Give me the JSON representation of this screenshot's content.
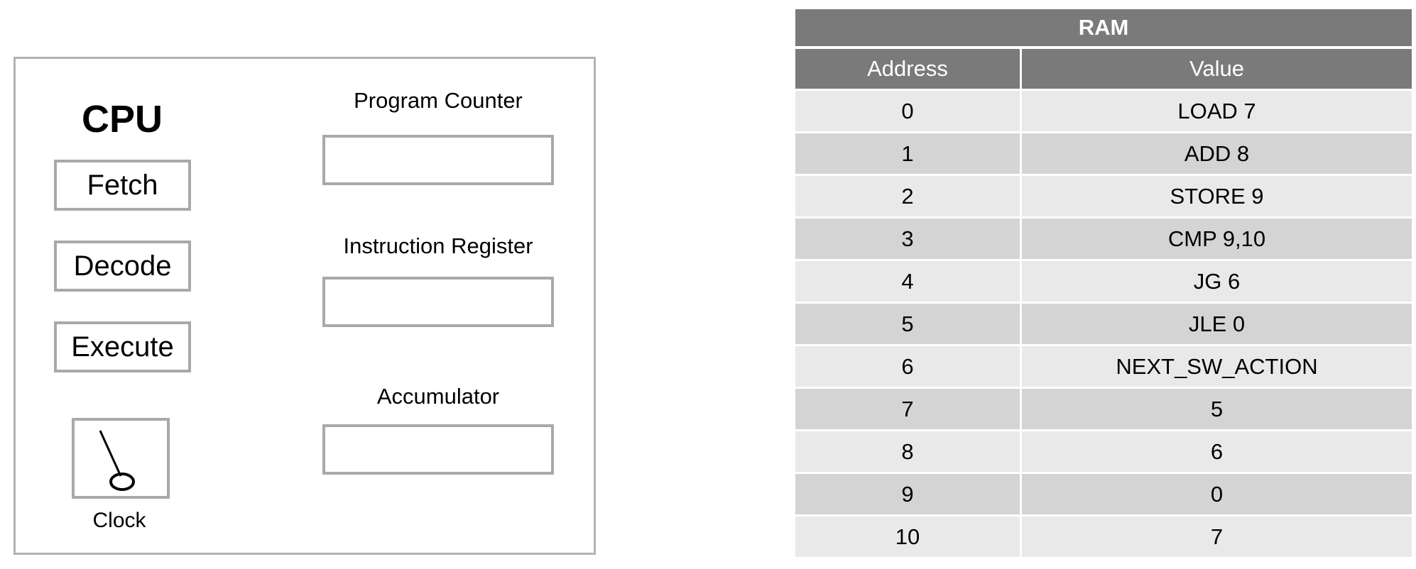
{
  "cpu": {
    "title": "CPU",
    "stages": [
      "Fetch",
      "Decode",
      "Execute"
    ],
    "registers": {
      "program_counter": {
        "label": "Program Counter",
        "value": ""
      },
      "instruction_register": {
        "label": "Instruction Register",
        "value": ""
      },
      "accumulator": {
        "label": "Accumulator",
        "value": ""
      }
    },
    "clock_label": "Clock"
  },
  "ram": {
    "title": "RAM",
    "columns": [
      "Address",
      "Value"
    ],
    "rows": [
      {
        "address": "0",
        "value": "LOAD 7"
      },
      {
        "address": "1",
        "value": "ADD 8"
      },
      {
        "address": "2",
        "value": "STORE 9"
      },
      {
        "address": "3",
        "value": "CMP 9,10"
      },
      {
        "address": "4",
        "value": "JG 6"
      },
      {
        "address": "5",
        "value": "JLE 0"
      },
      {
        "address": "6",
        "value": "NEXT_SW_ACTION"
      },
      {
        "address": "7",
        "value": "5"
      },
      {
        "address": "8",
        "value": "6"
      },
      {
        "address": "9",
        "value": "0"
      },
      {
        "address": "10",
        "value": "7"
      }
    ]
  },
  "colors": {
    "header_bg": "#7a7a7a",
    "row_light": "#e9e9e9",
    "row_dark": "#d4d4d4",
    "border_gray": "#a9a9a9"
  }
}
